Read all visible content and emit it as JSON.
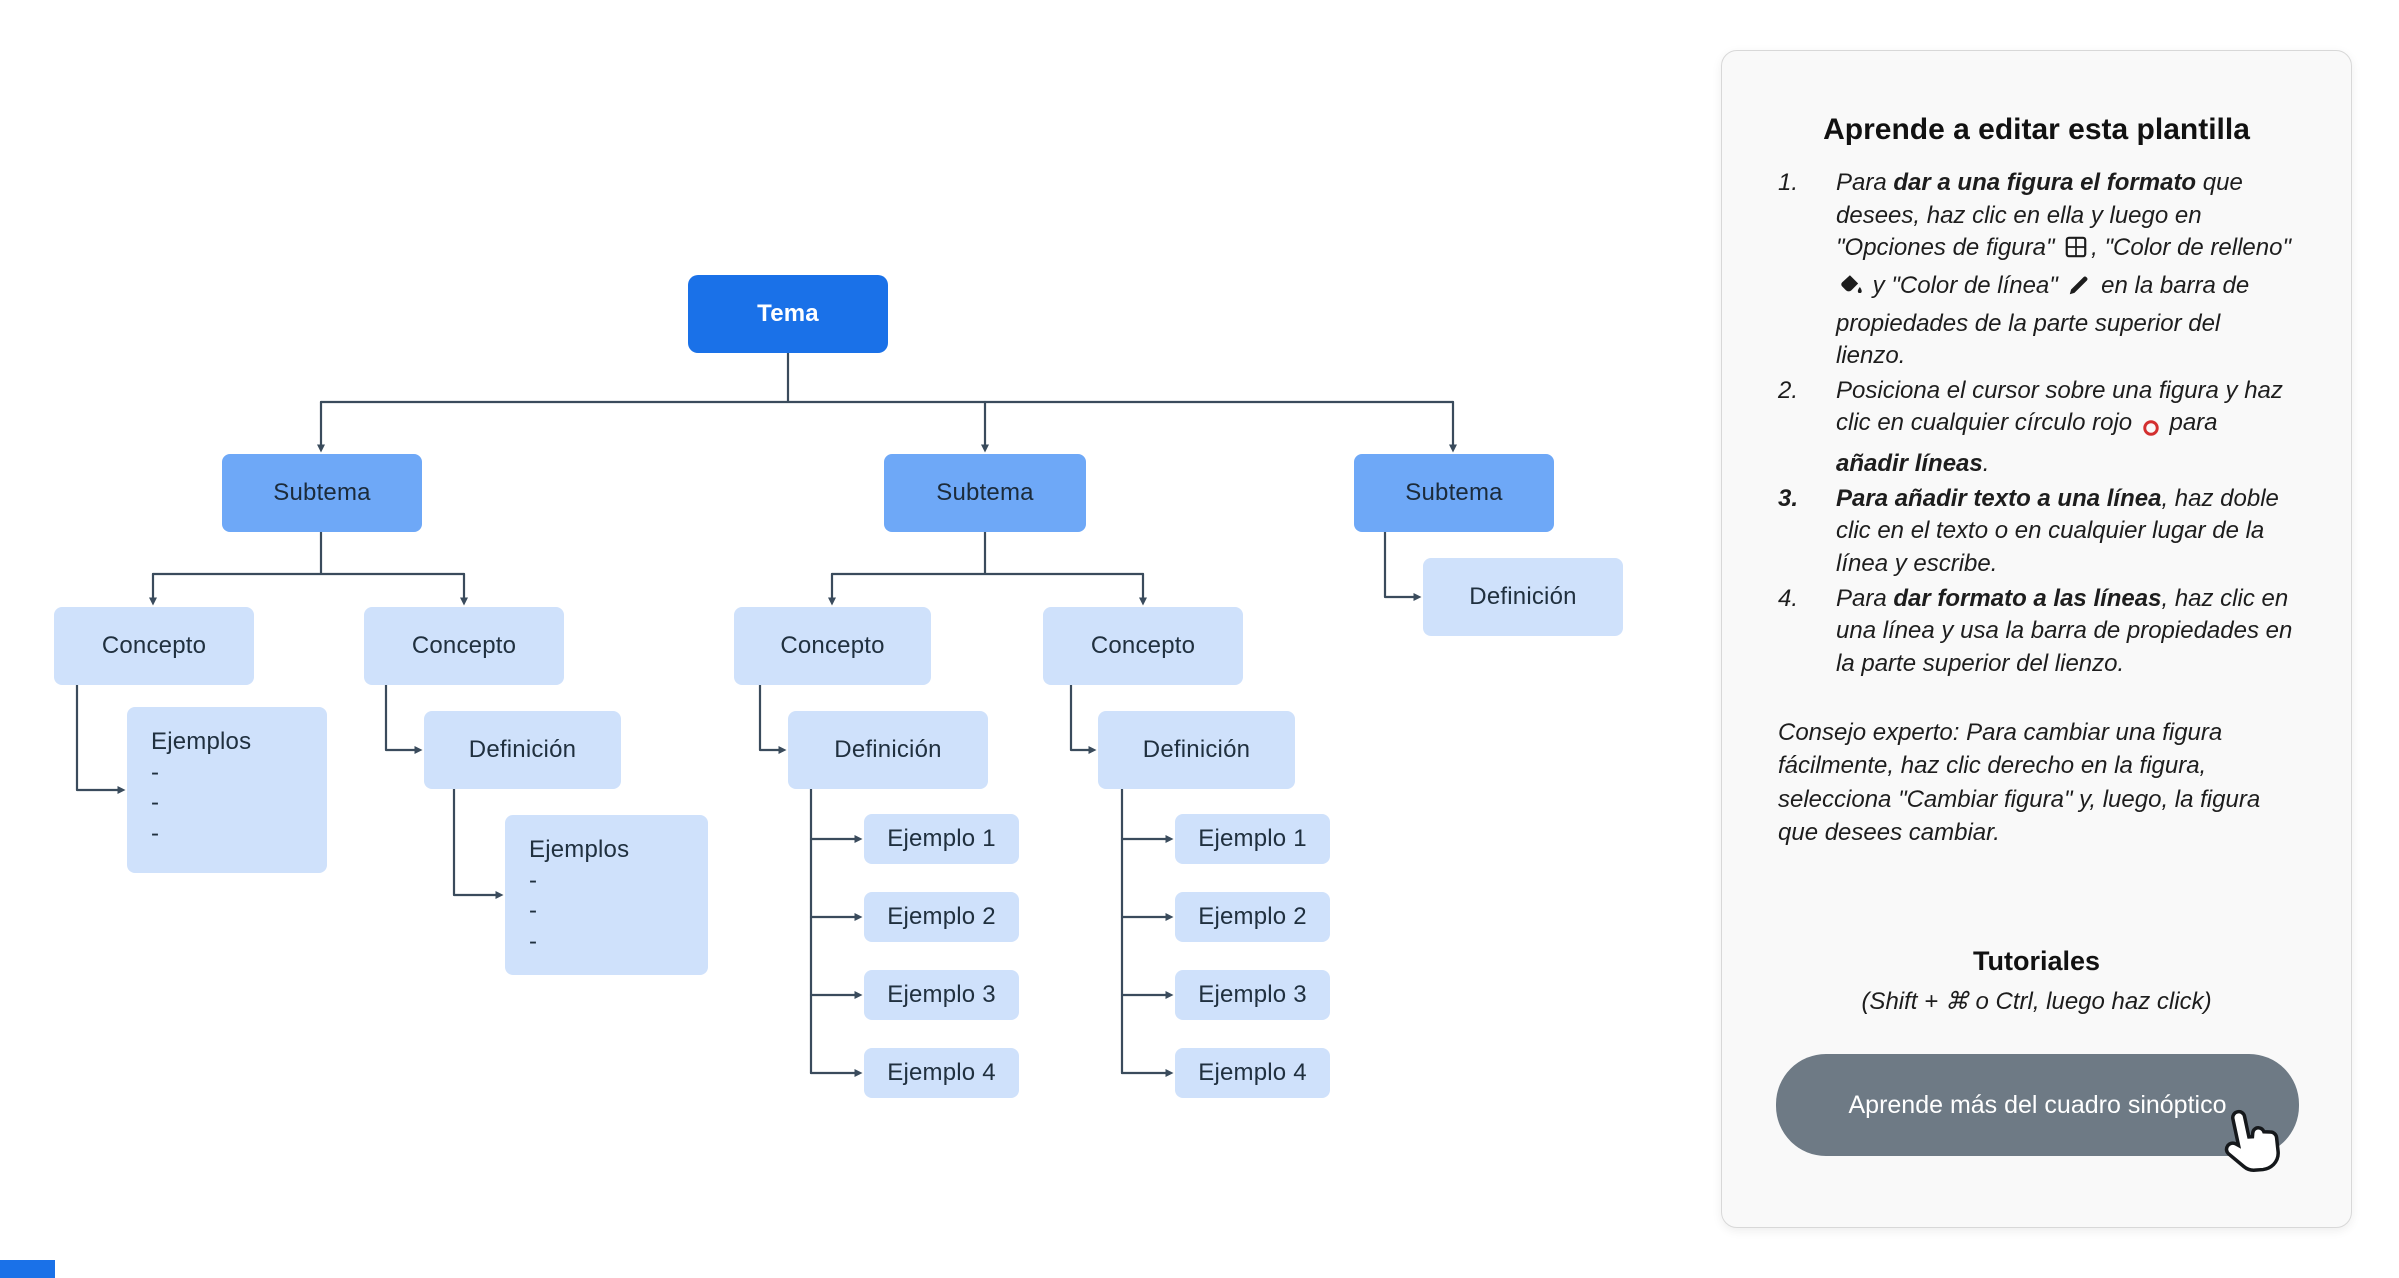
{
  "colors": {
    "tema_fill": "#1a71e8",
    "tema_text": "#ffffff",
    "subtema_fill": "#6ea8f7",
    "subtema_text": "#1c2b3a",
    "light_fill": "#cfe1fb",
    "light_text": "#20303f",
    "connector": "#3a4b5c",
    "panel_bg": "#f9f9f9",
    "panel_border": "#d8d8d8",
    "button_bg": "#6e7a85",
    "button_text": "#ffffff",
    "red_circle": "#d32f2f"
  },
  "diagram": {
    "tema": "Tema",
    "subtema": "Subtema",
    "concepto": "Concepto",
    "definicion": "Definición",
    "ejemplos_title": "Ejemplos",
    "dash": "-",
    "ejemplo_items": [
      "Ejemplo 1",
      "Ejemplo 2",
      "Ejemplo 3",
      "Ejemplo 4"
    ]
  },
  "panel": {
    "title": "Aprende a editar esta plantilla",
    "steps": [
      {
        "num": "1.",
        "p0": "Para ",
        "b1": "dar a una figura el formato",
        "p2": " que desees, haz clic en ella y luego en \"Opciones de figura\" ",
        "p3": ", \"Color de relleno\" ",
        "p4": " y \"Color de línea\" ",
        "p5": " en la barra de propiedades de la parte superior del lienzo."
      },
      {
        "num": "2.",
        "p0": "Posiciona el cursor sobre una figura y haz clic en cualquier círculo rojo ",
        "p1": " para ",
        "b2": "añadir líneas",
        "p3": "."
      },
      {
        "num": "3.",
        "b0": "Para añadir texto a una línea",
        "p1": ", haz doble clic en el texto o en cualquier lugar de la línea y escribe."
      },
      {
        "num": "4.",
        "p0": "Para ",
        "b1": "dar formato a las líneas",
        "p2": ", haz clic en una línea y usa la barra de propiedades en la parte superior del lienzo."
      }
    ],
    "tip": "Consejo experto: Para cambiar una figura fácilmente, haz clic derecho en la figura, selecciona \"Cambiar figura\" y, luego, la figura que desees cambiar.",
    "tutorials_title": "Tutoriales",
    "tutorials_hint": "(Shift + ⌘ o Ctrl, luego haz click)",
    "button_label": "Aprende más del cuadro sinóptico"
  }
}
